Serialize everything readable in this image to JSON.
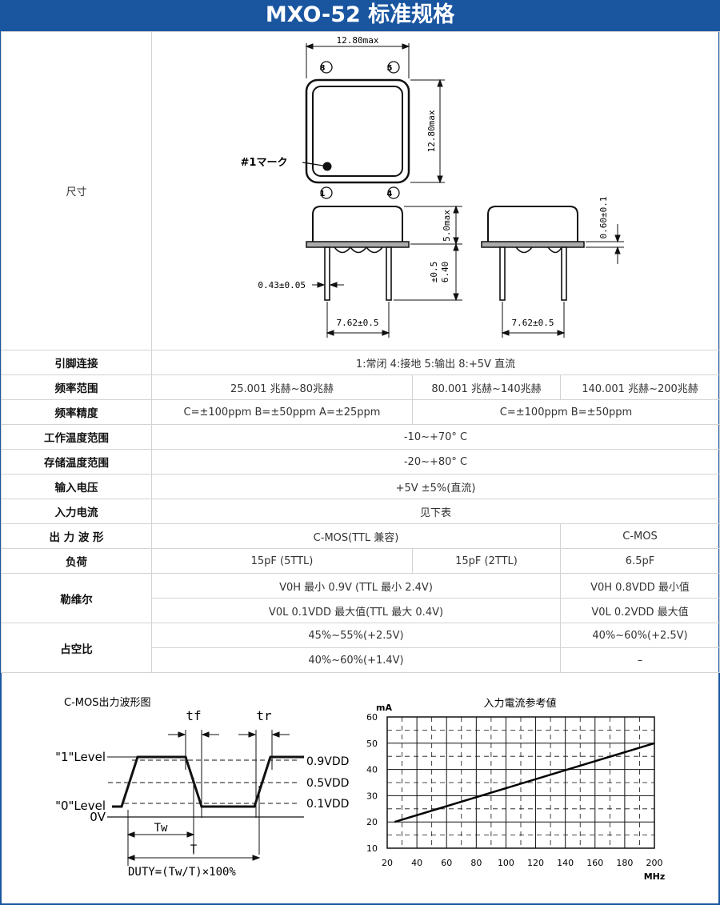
{
  "title": "MXO-52 标准规格",
  "spec": {
    "size_label": "尺寸",
    "dims": {
      "width": "12.80max",
      "height": "12.80max",
      "pin8": "8",
      "pin5": "5",
      "pin1": "1",
      "pin4": "4",
      "mark": "#1マーク",
      "body_h": "5.0max",
      "lead_len_a": "±0.5",
      "lead_len_b": "6.40",
      "lead_dia": "0.43±0.05",
      "pitch_left": "7.62±0.5",
      "pitch_right": "7.62±0.5",
      "flange": "0.60±0.1"
    },
    "pin": {
      "label": "引脚连接",
      "value": "1:常闭 4:接地 5:输出 8:+5V 直流"
    },
    "freq_range": {
      "label": "频率范围",
      "v1": "25.001 兆赫~80兆赫",
      "v2": "80.001 兆赫~140兆赫",
      "v3": "140.001 兆赫~200兆赫"
    },
    "freq_acc": {
      "label": "频率精度",
      "v1": "C=±100ppm B=±50ppm A=±25ppm",
      "v2": "C=±100ppm B=±50ppm"
    },
    "op_temp": {
      "label": "工作温度范围",
      "value": "-10~+70° C"
    },
    "st_temp": {
      "label": "存储温度范围",
      "value": "-20~+80° C"
    },
    "voltage": {
      "label": "输入电压",
      "value": "+5V ±5%(直流)"
    },
    "current": {
      "label": "入力电流",
      "value": "见下表"
    },
    "wave": {
      "label": "出 力 波 形",
      "v1": "C-MOS(TTL 兼容)",
      "v2": "C-MOS"
    },
    "load": {
      "label": "负荷",
      "v1": "15pF (5TTL)",
      "v2": "15pF (2TTL)",
      "v3": "6.5pF"
    },
    "level": {
      "label": "勒维尔",
      "voh1": "V0H 最小 0.9V (TTL 最小 2.4V)",
      "voh2": "V0H 0.8VDD 最小值",
      "vol1": "V0L 0.1VDD 最大值(TTL 最大 0.4V)",
      "vol2": "V0L 0.2VDD 最大值"
    },
    "duty": {
      "label": "占空比",
      "r1v1": "45%~55%(+2.5V)",
      "r1v2": "40%~60%(+2.5V)",
      "r2v1": "40%~60%(+1.4V)",
      "r2v2": "–"
    }
  },
  "waveform": {
    "title": "C-MOS出力波形图",
    "tf": "tf",
    "tr": "tr",
    "level1": "\"1\"Level",
    "level0": "\"0\"Level",
    "zero": "0V",
    "th09": "0.9VDD",
    "th05": "0.5VDD",
    "th01": "0.1VDD",
    "tw": "Tw",
    "t": "T",
    "duty": "DUTY=(Tw/T)×100%"
  },
  "chart_data": {
    "type": "line",
    "title": "入力電流参考値",
    "xlabel": "MHz",
    "ylabel": "mA",
    "xlim": [
      20,
      200
    ],
    "ylim": [
      10,
      60
    ],
    "xticks": [
      20,
      40,
      60,
      80,
      100,
      120,
      140,
      160,
      180,
      200
    ],
    "yticks": [
      10,
      20,
      30,
      40,
      50,
      60
    ],
    "grid": true,
    "series": [
      {
        "x": [
          25,
          200
        ],
        "y": [
          20,
          50
        ]
      }
    ]
  }
}
